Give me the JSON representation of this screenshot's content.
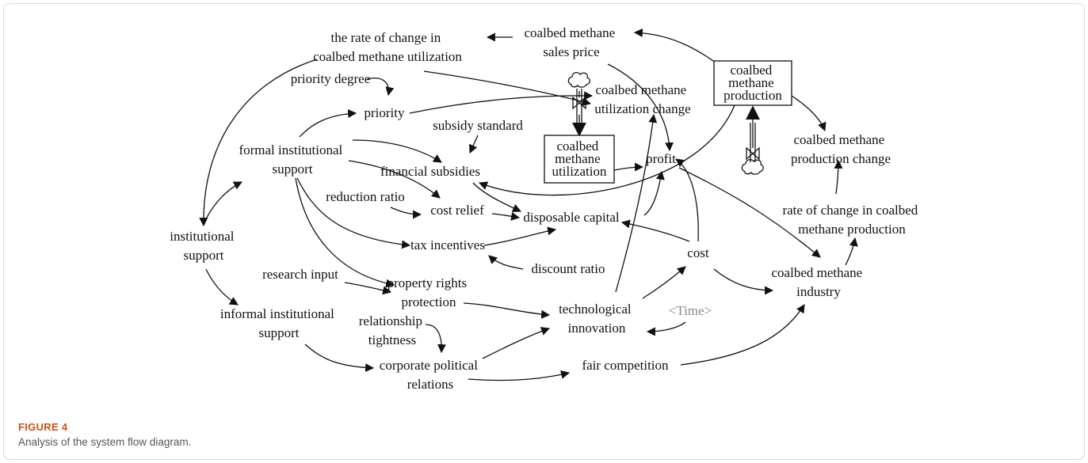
{
  "nodes": {
    "rate_change_utilization": [
      "the rate of change in",
      "coalbed methane utilization"
    ],
    "sales_price": [
      "coalbed methane",
      "sales price"
    ],
    "production_stock": [
      "coalbed",
      "methane",
      "production"
    ],
    "priority_degree": [
      "priority degree"
    ],
    "priority": [
      "priority"
    ],
    "utilization_change": [
      "coalbed methane",
      "utilization change"
    ],
    "production_change": [
      "coalbed methane",
      "production change"
    ],
    "formal_support": [
      "formal institutional",
      "support"
    ],
    "subsidy_standard": [
      "subsidy standard"
    ],
    "utilization_stock": [
      "coalbed",
      "methane",
      "utilization"
    ],
    "profit": [
      "profit"
    ],
    "financial_subsidies": [
      "financial subsidies"
    ],
    "reduction_ratio": [
      "reduction ratio"
    ],
    "cost_relief": [
      "cost relief"
    ],
    "disposable_capital": [
      "disposable capital"
    ],
    "rate_change_production": [
      "rate of change in coalbed",
      "methane production"
    ],
    "institutional_support": [
      "institutional",
      "support"
    ],
    "tax_incentives": [
      "tax incentives"
    ],
    "cost": [
      "cost"
    ],
    "discount_ratio": [
      "discount ratio"
    ],
    "industry": [
      "coalbed methane",
      "industry"
    ],
    "research_input": [
      "research input"
    ],
    "property_rights": [
      "property rights",
      "protection"
    ],
    "informal_support": [
      "informal institutional",
      "support"
    ],
    "relationship_tightness": [
      "relationship",
      "tightness"
    ],
    "technological_innovation": [
      "technological",
      "innovation"
    ],
    "time": [
      "<Time>"
    ],
    "political_relations": [
      "corporate political",
      "relations"
    ],
    "fair_competition": [
      "fair competition"
    ]
  },
  "caption": {
    "label": "FIGURE 4",
    "text": "Analysis of the system flow diagram."
  }
}
